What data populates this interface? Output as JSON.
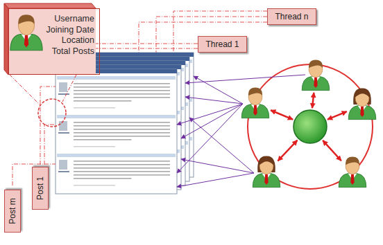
{
  "diagram": {
    "nodes": [
      {
        "text": [
          "Username",
          "Joining Date",
          "Location",
          "Total Posts"
        ]
      },
      {
        "text": [
          "Thread n"
        ]
      },
      {
        "text": [
          "Thread 1"
        ]
      },
      {
        "text": [
          "Post 1"
        ]
      },
      {
        "text": [
          "Post m"
        ]
      }
    ]
  }
}
